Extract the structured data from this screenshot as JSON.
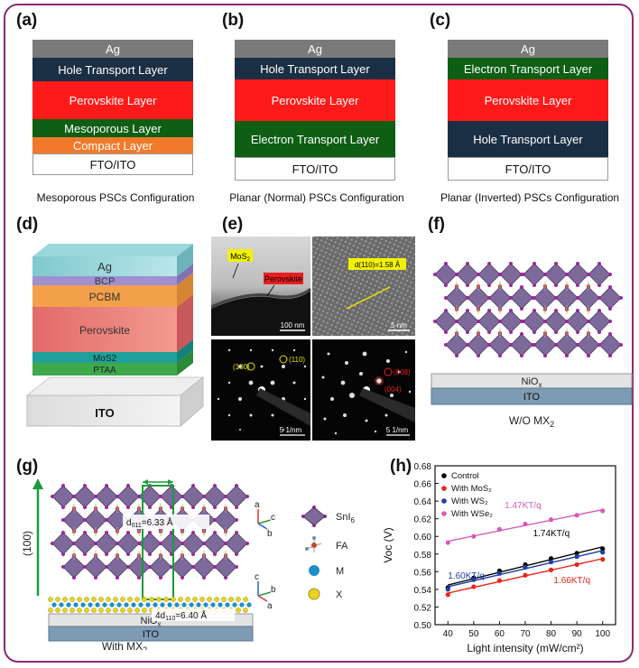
{
  "panels": {
    "a": "(a)",
    "b": "(b)",
    "c": "(c)",
    "d": "(d)",
    "e": "(e)",
    "f": "(f)",
    "g": "(g)",
    "h": "(h)"
  },
  "configs": [
    {
      "caption": "Mesoporous PSCs Configuration",
      "layers": [
        {
          "label": "Ag",
          "color": "#7a7a7a",
          "text": "#ffffff"
        },
        {
          "label": "Hole Transport Layer",
          "color": "#1b2f44",
          "text": "#ffffff"
        },
        {
          "label": "Perovskite Layer",
          "color": "#ff1a1a",
          "text": "#ffffff"
        },
        {
          "label": "Mesoporous Layer",
          "color": "#0e5e14",
          "text": "#ffffff"
        },
        {
          "label": "Compact Layer",
          "color": "#f07a2a",
          "text": "#ffffff"
        },
        {
          "label": "FTO/ITO",
          "color": "#ffffff",
          "text": "#111111"
        }
      ]
    },
    {
      "caption": "Planar (Normal) PSCs Configuration",
      "layers": [
        {
          "label": "Ag",
          "color": "#7a7a7a",
          "text": "#ffffff"
        },
        {
          "label": "Hole Transport Layer",
          "color": "#1b2f44",
          "text": "#ffffff"
        },
        {
          "label": "Perovskite Layer",
          "color": "#ff1a1a",
          "text": "#ffffff"
        },
        {
          "label": "Electron Transport Layer",
          "color": "#0e5e14",
          "text": "#ffffff"
        },
        {
          "label": "FTO/ITO",
          "color": "#ffffff",
          "text": "#111111"
        }
      ]
    },
    {
      "caption": "Planar (Inverted) PSCs Configuration",
      "layers": [
        {
          "label": "Ag",
          "color": "#7a7a7a",
          "text": "#ffffff"
        },
        {
          "label": "Electron Transport Layer",
          "color": "#0e5e14",
          "text": "#ffffff"
        },
        {
          "label": "Perovskite Layer",
          "color": "#ff1a1a",
          "text": "#ffffff"
        },
        {
          "label": "Hole Transport Layer",
          "color": "#1b2f44",
          "text": "#ffffff"
        },
        {
          "label": "FTO/ITO",
          "color": "#ffffff",
          "text": "#111111"
        }
      ]
    }
  ],
  "device_d": {
    "layers": [
      "Ag",
      "BCP",
      "PCBM",
      "Perovskite",
      "MoS2",
      "PTAA",
      "ITO"
    ]
  },
  "panel_e": {
    "mos2": "MoS",
    "mos2_sub": "2",
    "perovskite": "Perovskite",
    "d_spacing": "d(110)=1.58 Å",
    "scale1": "100 nm",
    "scale2": "5 nm",
    "scale3": "5 1/nm",
    "scale4": "5 1/nm",
    "idx100": "(100)",
    "idx110": "(110)",
    "idx008": "(008)",
    "idx004": "(004)"
  },
  "panel_f": {
    "nio": "NiO",
    "nio_sub": "x",
    "ito": "ITO",
    "caption": "W/O MX",
    "caption_sub": "2"
  },
  "panel_g": {
    "axis": "(100)",
    "d011": "d",
    "d011_sub": "011",
    "d011_val": "=6.33 Å",
    "d110": "4d",
    "d110_sub": "110",
    "d110_val": "=6.40 Å",
    "nio": "NiO",
    "nio_sub": "x",
    "ito": "ITO",
    "caption": "With MX",
    "caption_sub": "2",
    "legend": [
      {
        "label": "SnI",
        "sub": "6"
      },
      {
        "label": "FA",
        "sub": ""
      },
      {
        "label": "M",
        "sub": ""
      },
      {
        "label": "X",
        "sub": ""
      }
    ],
    "axes1": {
      "a": "a",
      "c": "c",
      "b": "b"
    },
    "axes2": {
      "c": "c",
      "b": "b",
      "a": "a"
    }
  },
  "chart_data": {
    "type": "line",
    "xlabel": "Light intensity (mW/cm²)",
    "ylabel": "Voc (V)",
    "xlim": [
      35,
      105
    ],
    "ylim": [
      0.5,
      0.68
    ],
    "xticks": [
      40,
      50,
      60,
      70,
      80,
      90,
      100
    ],
    "yticks": [
      0.5,
      0.52,
      0.54,
      0.56,
      0.58,
      0.6,
      0.62,
      0.64,
      0.66,
      0.68
    ],
    "x": [
      40,
      50,
      60,
      70,
      80,
      90,
      100
    ],
    "series": [
      {
        "name": "Control",
        "color": "#000000",
        "values": [
          0.542,
          0.553,
          0.561,
          0.568,
          0.575,
          0.581,
          0.586
        ],
        "annotation": "1.74KT/q"
      },
      {
        "name": "With MoS₂",
        "color": "#e8261b",
        "values": [
          0.534,
          0.543,
          0.55,
          0.556,
          0.562,
          0.568,
          0.574
        ],
        "annotation": "1.66KT/q"
      },
      {
        "name": "With WS₂",
        "color": "#1f3fa8",
        "values": [
          0.54,
          0.551,
          0.558,
          0.565,
          0.571,
          0.577,
          0.582
        ],
        "annotation": "1.60KT/q"
      },
      {
        "name": "With WSe₂",
        "color": "#d65ab8",
        "values": [
          0.593,
          0.6,
          0.608,
          0.614,
          0.619,
          0.624,
          0.629
        ],
        "annotation": "1.47KT/q"
      }
    ],
    "legend_position": "top-left"
  }
}
